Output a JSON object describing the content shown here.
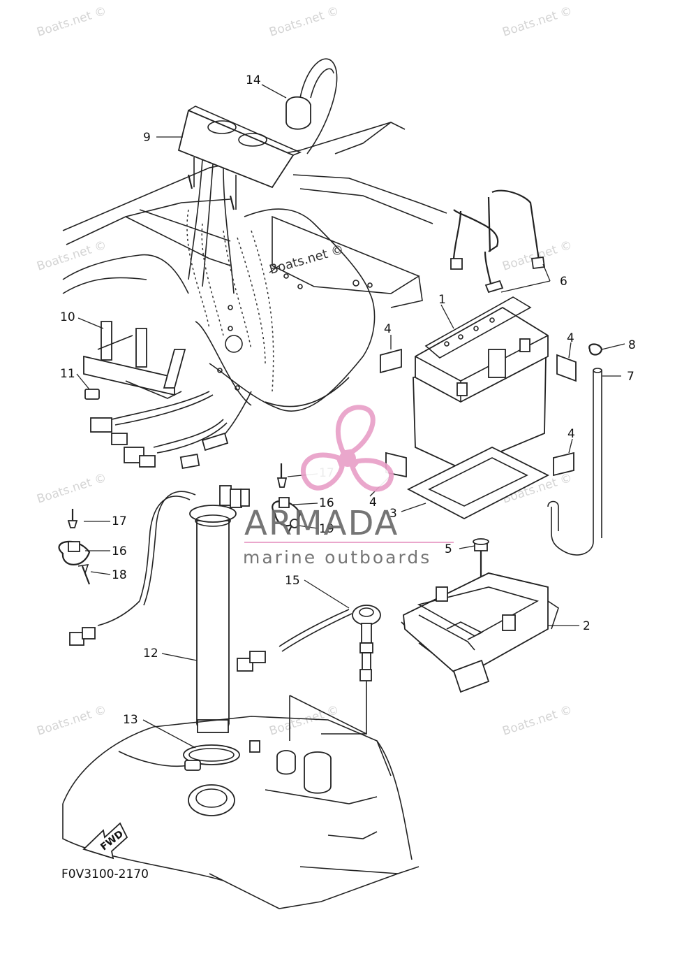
{
  "diagram": {
    "code": "F0V3100-2170",
    "fwd_label": "FWD",
    "callouts": [
      {
        "id": "c1",
        "label": "1"
      },
      {
        "id": "c2",
        "label": "2"
      },
      {
        "id": "c3",
        "label": "3"
      },
      {
        "id": "c4a",
        "label": "4"
      },
      {
        "id": "c4b",
        "label": "4"
      },
      {
        "id": "c4c",
        "label": "4"
      },
      {
        "id": "c4d",
        "label": "4"
      },
      {
        "id": "c5",
        "label": "5"
      },
      {
        "id": "c6",
        "label": "6"
      },
      {
        "id": "c7",
        "label": "7"
      },
      {
        "id": "c8",
        "label": "8"
      },
      {
        "id": "c9",
        "label": "9"
      },
      {
        "id": "c10",
        "label": "10"
      },
      {
        "id": "c11",
        "label": "11"
      },
      {
        "id": "c12",
        "label": "12"
      },
      {
        "id": "c13",
        "label": "13"
      },
      {
        "id": "c14",
        "label": "14"
      },
      {
        "id": "c15",
        "label": "15"
      },
      {
        "id": "c16a",
        "label": "16"
      },
      {
        "id": "c16b",
        "label": "16"
      },
      {
        "id": "c17a",
        "label": "17"
      },
      {
        "id": "c17b",
        "label": "17"
      },
      {
        "id": "c18",
        "label": "18"
      },
      {
        "id": "c19",
        "label": "19"
      }
    ]
  },
  "watermarks": {
    "text": "Boats.net ©"
  },
  "brand": {
    "name": "ARMADA",
    "tagline": "marine outboards",
    "accent_color": "#e9a0c8"
  }
}
